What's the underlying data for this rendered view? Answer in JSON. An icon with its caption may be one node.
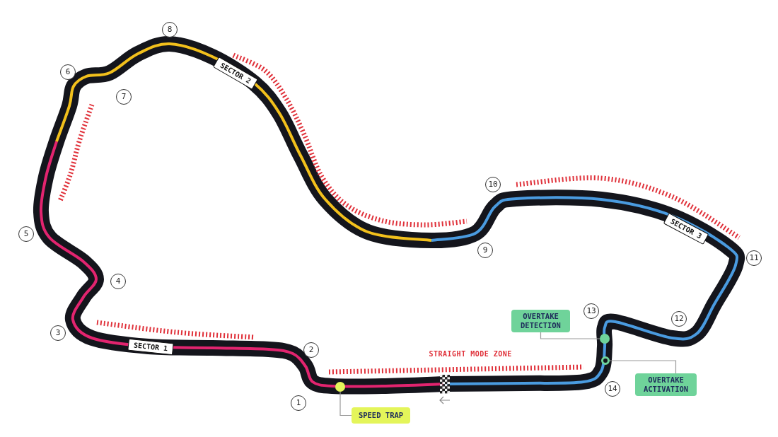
{
  "diagram": {
    "nodes": [
      {
        "text": [
          "OVERTAKE DETECTION"
        ]
      },
      {
        "text": [],
        "shape": "circle"
      },
      {
        "text": [],
        "shape": "circle"
      },
      {
        "text": [
          "OVERTAKE ACTIVATION"
        ]
      },
      {
        "text": [],
        "shape": "circle"
      },
      {
        "text": [
          "SPEED TRAP"
        ]
      }
    ],
    "edges": [
      {
        "from": 0,
        "to": 1,
        "arrow": "none"
      },
      {
        "from": 3,
        "to": 2,
        "arrow": "none"
      },
      {
        "from": 5,
        "to": 4,
        "arrow": "none"
      }
    ],
    "labels": [
      "8",
      "6",
      "SECTOR 2",
      "7",
      "10",
      "9",
      "SECTOR 3",
      "5",
      "11",
      "4",
      "13",
      "12",
      "3",
      "SECTOR 1",
      "2",
      "STRAIGHT MODE ZONE",
      "1",
      "14"
    ]
  }
}
